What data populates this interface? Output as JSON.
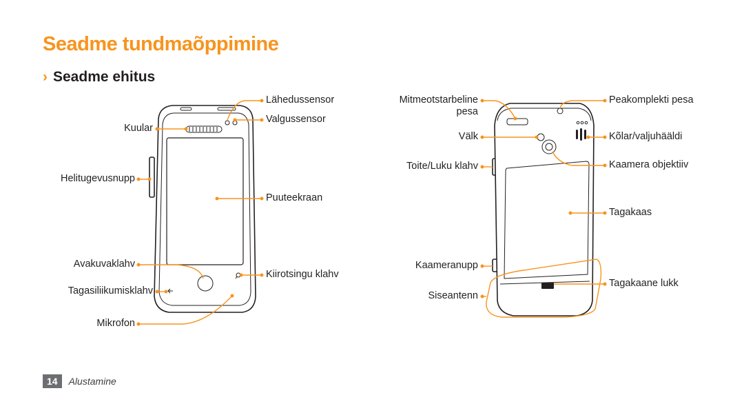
{
  "header": {
    "title": "Seadme tundmaõppimine",
    "subtitle_marker": "›",
    "subtitle": "Seadme ehitus"
  },
  "front_view": {
    "labels": {
      "proximity_sensor": "Lähedussensor",
      "light_sensor": "Valgussensor",
      "earpiece": "Kuular",
      "volume_key": "Helitugevusnupp",
      "touch_screen": "Puuteekraan",
      "home_key": "Avakuvaklahv",
      "search_key": "Kiirotsingu klahv",
      "back_key": "Tagasiliikumisklahv",
      "microphone": "Mikrofon"
    }
  },
  "back_view": {
    "labels": {
      "multifunction_jack_line1": "Mitmeotstarbeline",
      "multifunction_jack_line2": "pesa",
      "headset_jack": "Peakomplekti pesa",
      "flash": "Välk",
      "speaker": "Kõlar/valjuhääldi",
      "power_key": "Toite/Luku klahv",
      "camera_lens": "Kaamera objektiiv",
      "back_cover": "Tagakaas",
      "camera_button": "Kaameranupp",
      "back_cover_lock": "Tagakaane lukk",
      "internal_antenna": "Siseantenn"
    }
  },
  "footer": {
    "page_number": "14",
    "section": "Alustamine"
  },
  "colors": {
    "accent": "#f7941d",
    "text": "#231f20",
    "page_badge": "#6d6e71"
  }
}
